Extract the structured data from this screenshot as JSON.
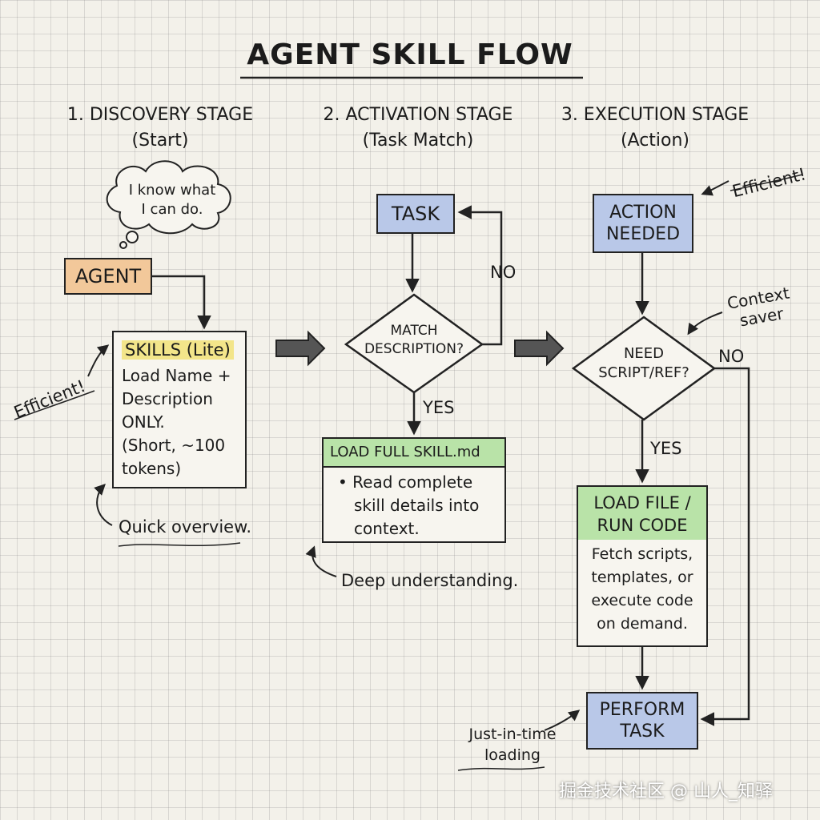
{
  "title": "AGENT SKILL FLOW",
  "stages": [
    {
      "name": "1. DISCOVERY STAGE",
      "sub": "(Start)"
    },
    {
      "name": "2. ACTIVATION STAGE",
      "sub": "(Task Match)"
    },
    {
      "name": "3. EXECUTION STAGE",
      "sub": "(Action)"
    }
  ],
  "discovery": {
    "thought_line1": "I know what",
    "thought_line2": "I can do.",
    "agent": "AGENT",
    "skills_title": "SKILLS (Lite)",
    "skills_text": [
      "Load Name +",
      "Description",
      "ONLY.",
      "(Short, ~100",
      "tokens)"
    ],
    "efficient": "Efficient!",
    "quick": "Quick overview."
  },
  "activation": {
    "task": "TASK",
    "decision_line1": "MATCH",
    "decision_line2": "DESCRIPTION?",
    "no": "NO",
    "yes": "YES",
    "load_title": "LOAD FULL SKILL.md",
    "load_text": [
      "• Read complete",
      "skill details into",
      "context."
    ],
    "deep": "Deep understanding."
  },
  "execution": {
    "action_line1": "ACTION",
    "action_line2": "NEEDED",
    "efficient": "Efficient!",
    "context_line1": "Context",
    "context_line2": "saver",
    "decision_line1": "NEED",
    "decision_line2": "SCRIPT/REF?",
    "no": "NO",
    "yes": "YES",
    "load_line1": "LOAD FILE /",
    "load_line2": "RUN CODE",
    "load_text": [
      "Fetch scripts,",
      "templates, or",
      "execute code",
      "on demand."
    ],
    "perform_line1": "PERFORM",
    "perform_line2": "TASK",
    "jit_line1": "Just-in-time",
    "jit_line2": "loading"
  },
  "watermark": "掘金技术社区 @ 山人_知驿"
}
